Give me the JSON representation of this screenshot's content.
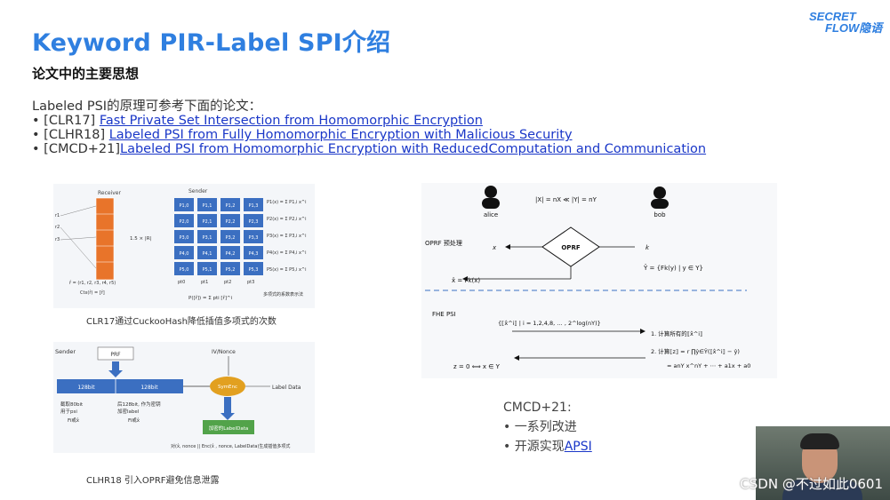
{
  "slide": {
    "title": "Keyword PIR-Label SPI介绍",
    "subtitle": "论文中的主要思想",
    "logo_line1": "SECRET",
    "logo_line2": "FLOW隐语"
  },
  "intro": {
    "lead": "Labeled PSI的原理可参考下面的论文：",
    "refs": [
      {
        "tag": "• [CLR17] ",
        "title": "Fast Private Set Intersection from Homomorphic Encryption"
      },
      {
        "tag": "• [CLHR18] ",
        "title": "Labeled PSI from Fully Homomorphic Encryption with Malicious Security"
      },
      {
        "tag": "• [CMCD+21]",
        "title": "Labeled PSI from Homomorphic Encryption with ReducedComputation and Communication"
      }
    ]
  },
  "fig1": {
    "receiver": "Receiver",
    "sender": "Sender",
    "rows": [
      "r1",
      "r2",
      "r3"
    ],
    "cells": [
      "P1,0",
      "P1,1",
      "P1,2",
      "P1,3",
      "P2,0",
      "P2,1",
      "P2,2",
      "P2,3",
      "P3,0",
      "P3,1",
      "P3,2",
      "P3,3",
      "P4,0",
      "P4,1",
      "P4,2",
      "P4,3",
      "P5,0",
      "P5,1",
      "P5,2",
      "P5,3"
    ],
    "cols": [
      "pt0",
      "pt1",
      "pt2",
      "pt3"
    ],
    "scale": "1.5 × |R|",
    "vec": "r̂ = (r1, r2, r3, r4, r5)",
    "ctx": "Ctx(r̂) = [r̂]",
    "polys": [
      "P1(x) = Σ P1,i x^i",
      "P2(x) = Σ P2,i x^i",
      "P3(x) = Σ P3,i x^i",
      "P4(x) = Σ P4,i x^i",
      "P5(x) = Σ P5,i x^i"
    ],
    "poly_eval": "P([r̂]) = Σ pti [r̂]^i",
    "poly_note": "多项式的系数表示法",
    "caption": "CLR17通过CuckooHash降低插值多项式的次数"
  },
  "fig2": {
    "sender": "Sender",
    "prf": "PRF",
    "iv": "IV/Nonce",
    "b1": "128bit",
    "b2": "128bit",
    "sym": "SymEnc",
    "label_data": "Label Data",
    "enc": "加密的LabelData",
    "n1a": "截取80bit",
    "n1b": "用于psi",
    "n1c": "Fi或x̂",
    "n2a": "后128bit, 作为密钥",
    "n2b": "加密label",
    "n2c": "Fi或x̂",
    "bottom": "对(x̂, nonce || Enc(x̂ , nonce, LabelData)生成插值多项式",
    "caption": "CLHR18 引入OPRF避免信息泄露"
  },
  "fig3": {
    "alice": "alice",
    "bob": "bob",
    "sizes": "|X| = nX ≪ |Y| = nY",
    "oprf_stage": "OPRF 预处理",
    "oprf": "OPRF",
    "x": "x",
    "k": "k",
    "yhat": "Ŷ = {Fk(y) | y ∈ Y}",
    "xhat": "x̂ = Fk(x)",
    "fhe_stage": "FHE PSI",
    "powers": "{⟦x̂^i⟧ | i = 1,2,4,8, … , 2^log(nY)}",
    "step1": "1. 计算所有的⟦x̂^i⟧",
    "step2": "2. 计算⟦z⟧ = r ∏ŷ∈Ŷ(⟦x̂^i⟧ − ŷ)",
    "step2b": "= anY x^nY + ⋯ + a1x + a0",
    "result": "z = 0 ⟺ x ∈ Y"
  },
  "cmcd": {
    "head": "CMCD+21:",
    "b1": "• 一系列改进",
    "b2_prefix": "• 开源实现",
    "b2_link": "APSI"
  },
  "watermark": "CSDN @不过如此0601",
  "colors": {
    "accent": "#2f7fe0",
    "orange": "#e8742a",
    "blue_cell": "#3b6fc1",
    "green": "#52a34a",
    "gold": "#e2a020"
  }
}
